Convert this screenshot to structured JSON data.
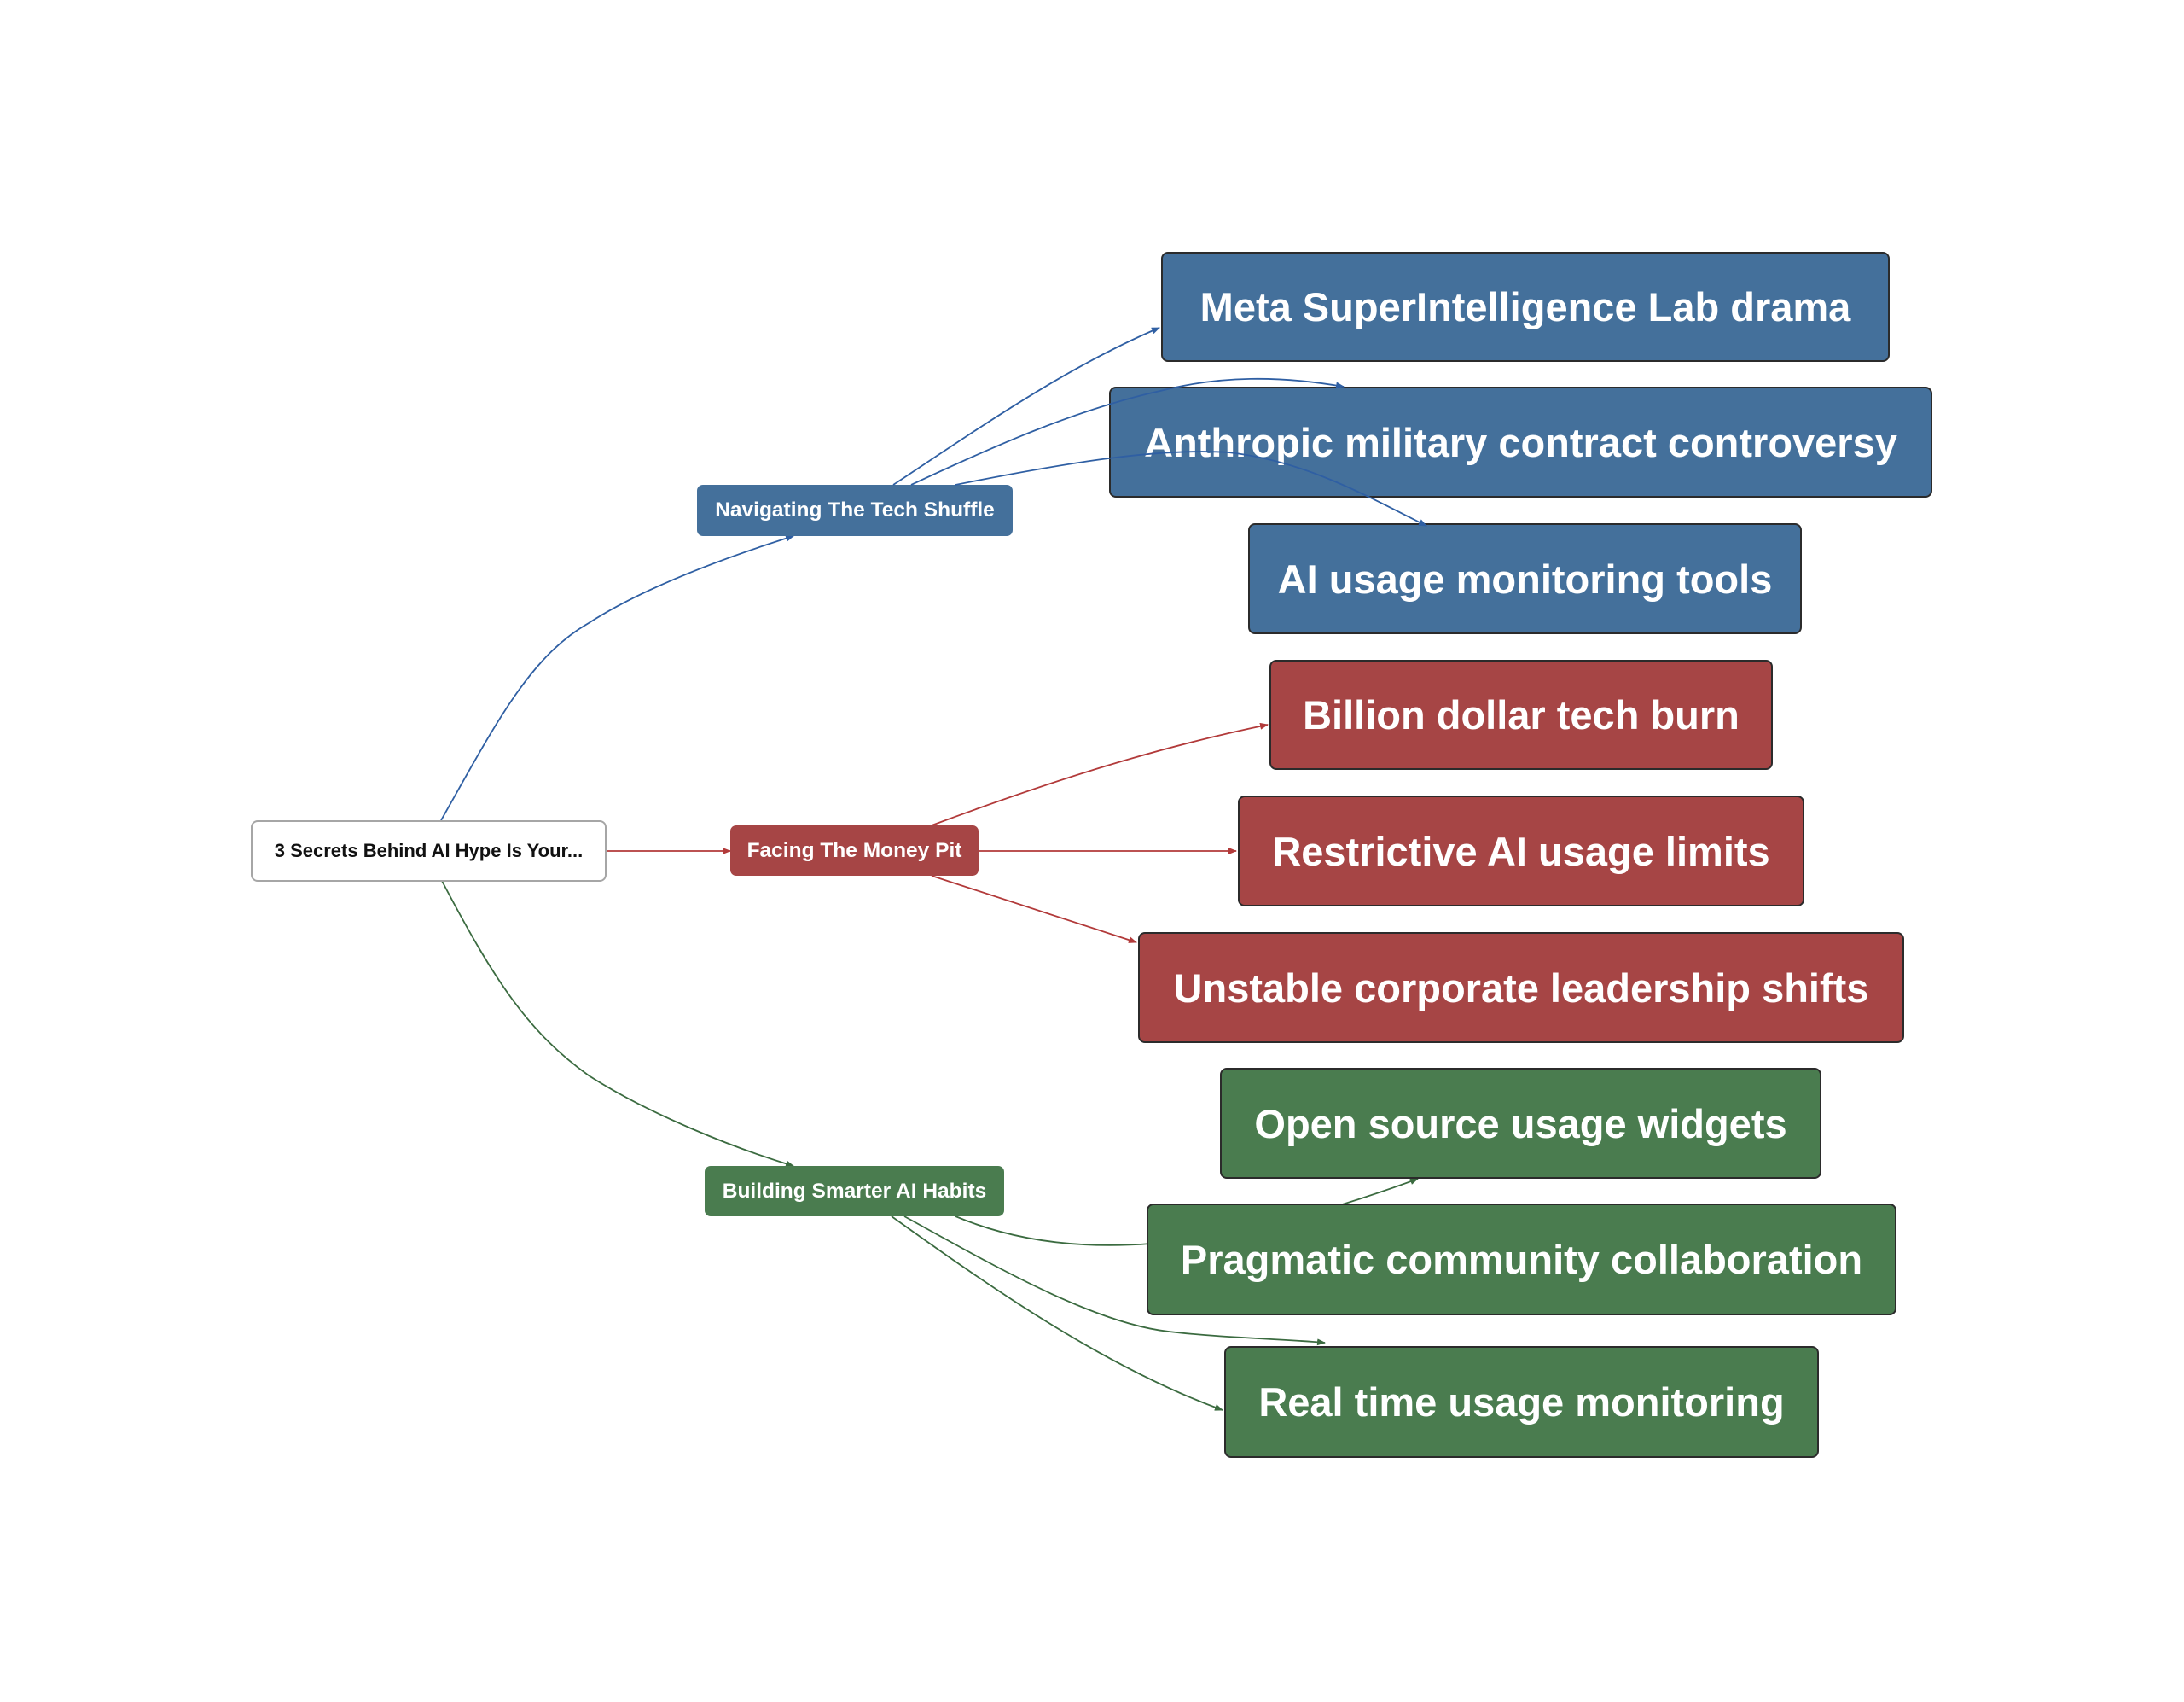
{
  "mindmap": {
    "root": {
      "label": "3 Secrets Behind AI Hype Is Your..."
    },
    "branches": [
      {
        "id": "tech",
        "label": "Navigating The Tech Shuffle",
        "color": "#44709b",
        "edge_color": "#2f5fa3",
        "children": [
          {
            "label": "Meta SuperIntelligence Lab drama"
          },
          {
            "label": "Anthropic military contract controversy"
          },
          {
            "label": "AI usage monitoring tools"
          }
        ]
      },
      {
        "id": "money",
        "label": "Facing The Money Pit",
        "color": "#a64545",
        "edge_color": "#b23a3a",
        "children": [
          {
            "label": "Billion dollar tech burn"
          },
          {
            "label": "Restrictive AI usage limits"
          },
          {
            "label": "Unstable corporate leadership shifts"
          }
        ]
      },
      {
        "id": "habits",
        "label": "Building Smarter AI Habits",
        "color": "#4a7c4f",
        "edge_color": "#3b6b40",
        "children": [
          {
            "label": "Open source usage widgets"
          },
          {
            "label": "Pragmatic community collaboration"
          },
          {
            "label": "Real time usage monitoring"
          }
        ]
      }
    ]
  }
}
